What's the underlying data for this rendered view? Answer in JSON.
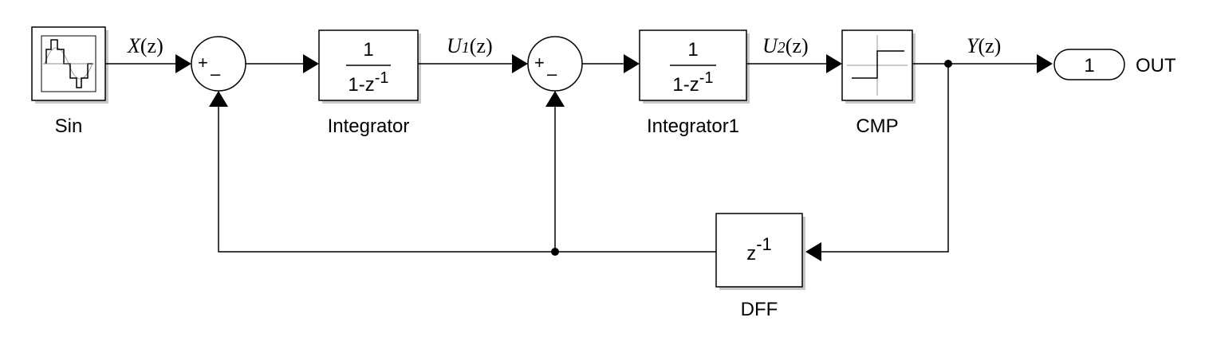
{
  "blocks": {
    "sin": {
      "label": "Sin"
    },
    "sum1": {
      "plus": "+",
      "minus": "–"
    },
    "integrator": {
      "numerator": "1",
      "denominator_base": "1-z",
      "denominator_exp": "-1",
      "label": "Integrator"
    },
    "sum2": {
      "plus": "+",
      "minus": "–"
    },
    "integrator1": {
      "numerator": "1",
      "denominator_base": "1-z",
      "denominator_exp": "-1",
      "label": "Integrator1"
    },
    "cmp": {
      "label": "CMP"
    },
    "out": {
      "port_number": "1",
      "label": "OUT"
    },
    "dff": {
      "base": "z",
      "exp": "-1",
      "label": "DFF"
    }
  },
  "signals": {
    "x": {
      "name": "X",
      "arg": "(z)"
    },
    "u1": {
      "name": "U",
      "sub": "1",
      "arg": "(z)"
    },
    "u2": {
      "name": "U",
      "sub": "2",
      "arg": "(z)"
    },
    "y": {
      "name": "Y",
      "arg": "(z)"
    }
  }
}
